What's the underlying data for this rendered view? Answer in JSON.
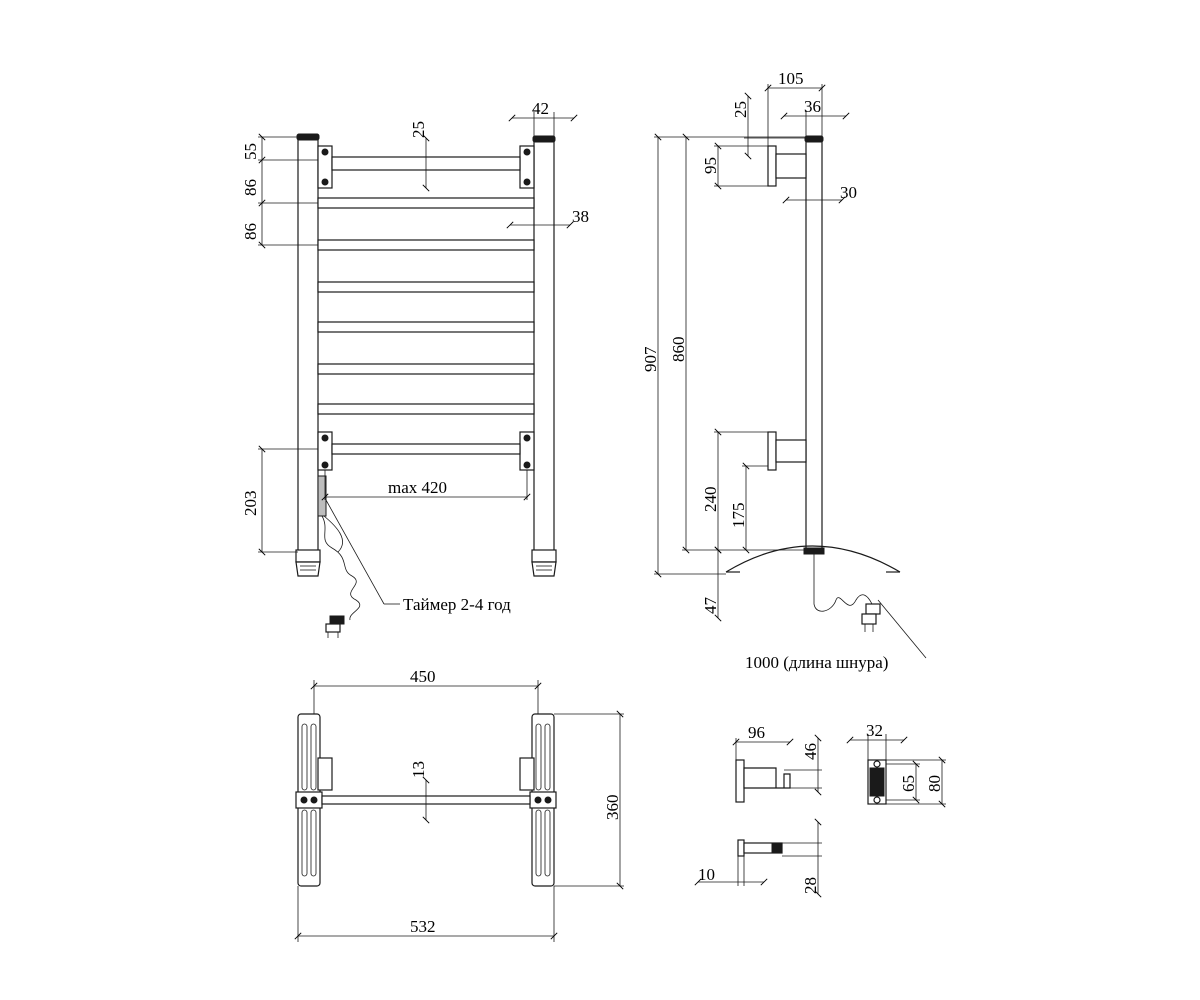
{
  "front_view": {
    "dims": {
      "top_offset": "55",
      "bar_pitch_1": "86",
      "bar_pitch_2": "86",
      "bar_height": "25",
      "post_width": "42",
      "bar_depth": "38",
      "bottom_height": "203",
      "max_width": "max 420"
    },
    "timer_label": "Таймер 2-4 год"
  },
  "side_view": {
    "dims": {
      "bracket_reach": "105",
      "post_width": "36",
      "bracket_height": "25",
      "bracket_plate": "95",
      "post_diameter": "30",
      "total_height": "907",
      "post_height": "860",
      "bracket_240": "240",
      "bracket_175": "175",
      "foot_height": "47"
    },
    "cord_label": "1000 (длина шнура)"
  },
  "top_view": {
    "dims": {
      "inner_width": "450",
      "bar_thickness": "13",
      "depth": "360",
      "overall_width": "532"
    }
  },
  "bracket_detail": {
    "dims": {
      "length": "96",
      "height": "46",
      "plate_thickness": "10",
      "profile_height": "28"
    }
  },
  "clip_detail": {
    "dims": {
      "width": "32",
      "inner_height": "65",
      "outer_height": "80"
    }
  }
}
